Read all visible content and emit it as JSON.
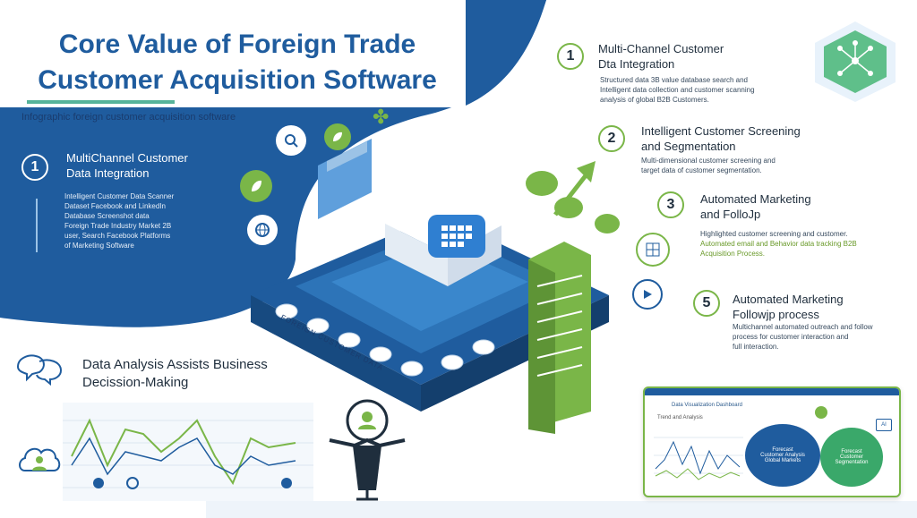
{
  "header": {
    "title_line1": "Core Value of Foreign Trade",
    "title_line2": "Customer Acquisition Software",
    "subtitle": "Infographic foreign customer acquisition software"
  },
  "left_panel": {
    "step_number": "1",
    "step_title_line1": "MultiChannel Customer",
    "step_title_line2": "Data Integration",
    "desc_lines": [
      "Intelligent Customer Data Scanner",
      "Dataset Facebook and LinkedIn",
      "Database Screenshot data",
      "Foreign Trade Industry Market 2B",
      "user, Search Facebook Platforms",
      "of Marketing Software"
    ]
  },
  "data_analysis": {
    "title_line1": "Data Analysis Assists Business",
    "title_line2": "Decission-Making"
  },
  "right_steps": [
    {
      "number": "1",
      "title_line1": "Multi-Channel Customer",
      "title_line2": "Dta Integration",
      "desc_lines": [
        "Structured data 3B value database search and",
        "Intelligent data collection and customer scanning",
        "analysis of global B2B Customers."
      ]
    },
    {
      "number": "2",
      "title_line1": "Intelligent Customer Screening",
      "title_line2": "and Segmentation",
      "desc_lines": [
        "Multi-dimensional customer screening and",
        "target data of customer segmentation."
      ]
    },
    {
      "number": "3",
      "title_line1": "Automated Marketing",
      "title_line2": "and FolloJp",
      "desc_lines": [
        "Highlighted customer screening and customer.",
        "Automated email and Behavior data tracking B2B",
        "Acquisition Process."
      ]
    },
    {
      "number": "5",
      "title_line1": "Automated Marketing",
      "title_line2": "Followjp process",
      "desc_lines": [
        "Multichannel automated outreach and follow",
        "process for customer interaction and",
        "full interaction."
      ]
    }
  ],
  "platform": {
    "label": "FOREIGN CUSTOMER DATA"
  },
  "dashboard": {
    "title": "Data Visualization Dashboard",
    "sub_label": "Trend and Analysis",
    "badge": "AI",
    "circle1_lines": [
      "Forecast",
      "Customer Analysis",
      "Global Markets"
    ],
    "circle2_lines": [
      "Forecast",
      "Customer",
      "Segmentation"
    ]
  },
  "colors": {
    "navy": "#1f5c9e",
    "green": "#7ab648",
    "teal": "#56b39a"
  }
}
